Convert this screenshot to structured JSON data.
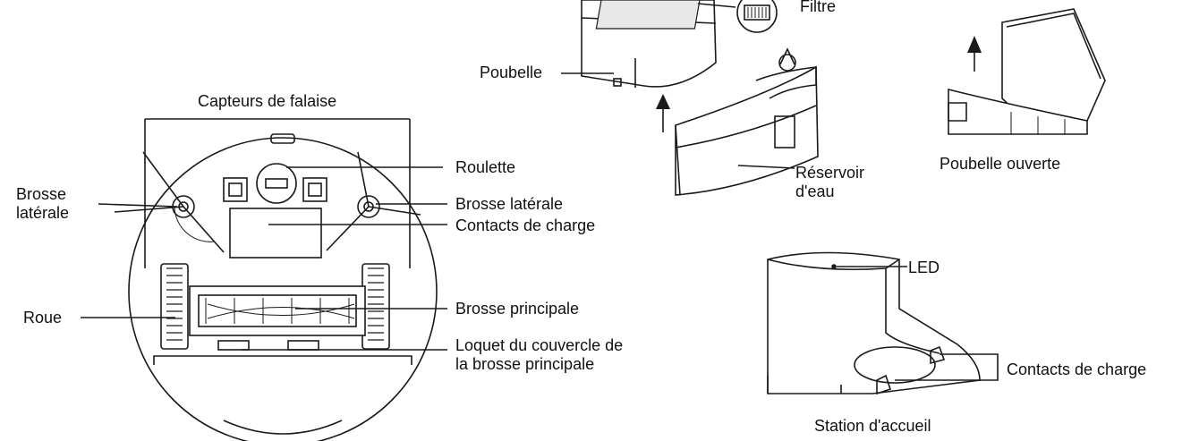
{
  "colors": {
    "line": "#1a1a1a",
    "fill": "#ffffff",
    "shade": "#dcdcdc",
    "dark": "#555555"
  },
  "labels": {
    "filtre": "Filtre",
    "poubelle": "Poubelle",
    "poubelle_ouverte": "Poubelle ouverte",
    "reservoir": "Réservoir\nd'eau",
    "capteurs": "Capteurs de falaise",
    "roulette": "Roulette",
    "brosse_laterale_left": "Brosse\nlatérale",
    "brosse_laterale_right": "Brosse latérale",
    "contacts_robot": "Contacts de charge",
    "roue": "Roue",
    "brosse_principale": "Brosse principale",
    "loquet": "Loquet du couvercle de\nla brosse principale",
    "led": "LED",
    "contacts_station": "Contacts de charge",
    "station": "Station d'accueil"
  },
  "icons": [
    "arrow-up-icon",
    "arrow-up-icon",
    "filter-icon"
  ]
}
